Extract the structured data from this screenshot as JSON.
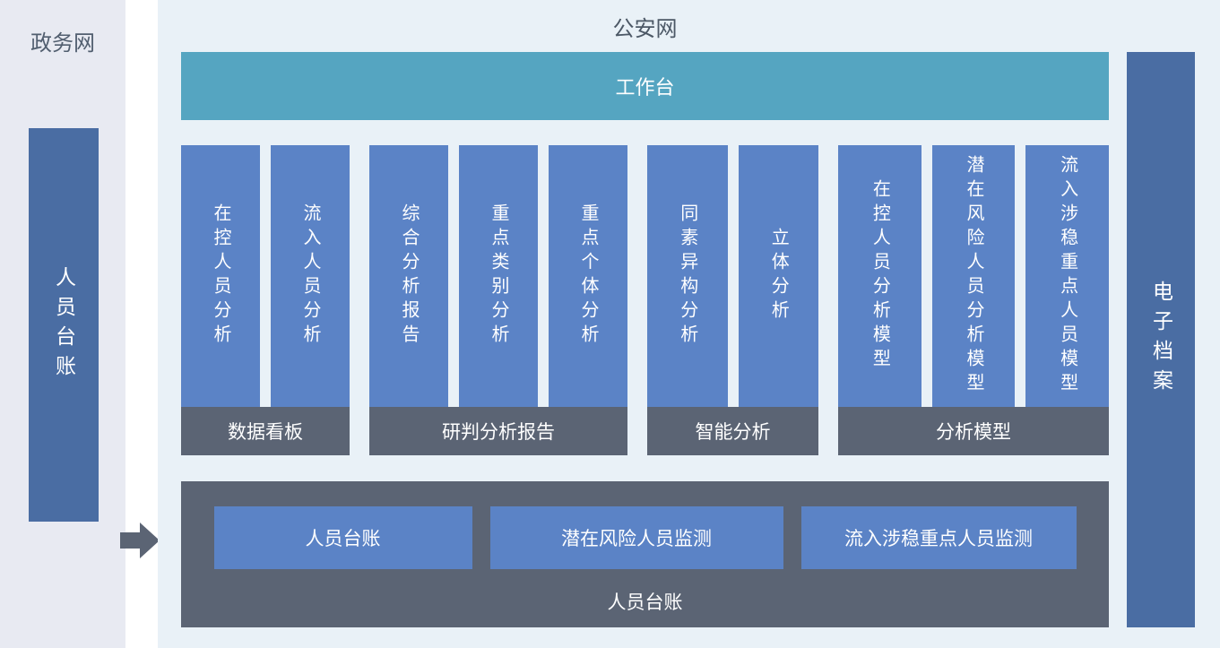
{
  "palette": {
    "left_panel_bg": "#e8eaf2",
    "main_panel_bg": "#e9f1f7",
    "module_blue": "#5b83c6",
    "side_bar_blue": "#4a6da3",
    "workbench_teal": "#55a5c1",
    "dark_slate": "#5b6474",
    "zone_title_text": "#515e6f",
    "white": "#ffffff"
  },
  "left_zone": {
    "title": "政务网",
    "bar_label": "人员台账"
  },
  "main_zone": {
    "title": "公安网",
    "workbench_label": "工作台",
    "groups": [
      {
        "footer": "数据看板",
        "bars": [
          "在控人员分析",
          "流入人员分析"
        ]
      },
      {
        "footer": "研判分析报告",
        "bars": [
          "综合分析报告",
          "重点类别分析",
          "重点个体分析"
        ]
      },
      {
        "footer": "智能分析",
        "bars": [
          "同素异构分析",
          "立体分析"
        ]
      },
      {
        "footer": "分析模型",
        "bars": [
          "在控人员分析模型",
          "潜在风险人员分析模型",
          "流入涉稳重点人员模型"
        ]
      }
    ],
    "bottom_panel": {
      "footer": "人员台账",
      "buttons": [
        "人员台账",
        "潜在风险人员监测",
        "流入涉稳重点人员监测"
      ]
    },
    "right_bar_label": "电子档案"
  }
}
